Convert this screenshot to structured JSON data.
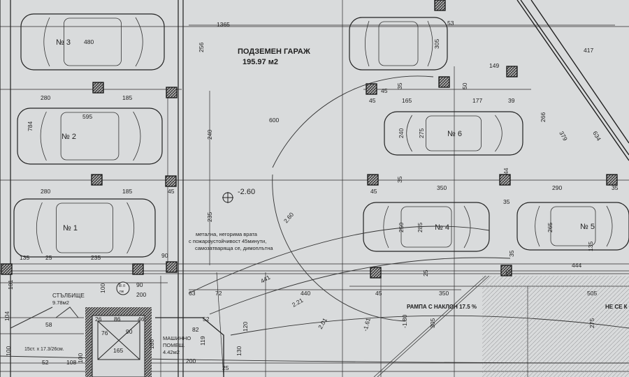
{
  "title": {
    "name": "ПОДЗЕМЕН ГАРАЖ",
    "area": "195.97 м2"
  },
  "level_mark": "-2.60",
  "parking_spaces": [
    "№ 3",
    "№ 2",
    "№ 1",
    "№ 6",
    "№ 4",
    "№ 5"
  ],
  "door_note": [
    "метална, негорима врата",
    "с пожароустойчивост 45минути,",
    "самозатваряща се, димоплътна"
  ],
  "stairs": {
    "name": "СТЪЛБИЩЕ",
    "area": "9.78м2",
    "steps": "15ст. х 17.3/26см."
  },
  "machine_room": {
    "name": "МАШИННО",
    "name2": "ПОМЕЩ.",
    "area": "4.42м2"
  },
  "ramp": "РАМПА С НАКЛОН 17.5 %",
  "cut_note": "НЕ СЕ  К",
  "door_tag": {
    "top": "В л",
    "bottom": "пж"
  },
  "dimensions": [
    "1365",
    "480",
    "256",
    "305",
    "53",
    "417",
    "149",
    "280",
    "185",
    "595",
    "600",
    "45",
    "165",
    "177",
    "39",
    "50",
    "45",
    "35",
    "784",
    "240",
    "275",
    "240",
    "379",
    "266",
    "634",
    "280",
    "185",
    "45",
    "350",
    "290",
    "35",
    "45",
    "35",
    "44",
    "2.60",
    "235",
    "250",
    "285",
    "265",
    "135",
    "135",
    "25",
    "235",
    "90",
    "444",
    "441",
    "101",
    "100",
    "90",
    "200",
    "63",
    "72",
    "440",
    "350",
    "505",
    "45",
    "2.21",
    "2.01",
    "-1.61",
    "-1.80",
    "305",
    "275",
    "120",
    "104",
    "58",
    "26",
    "86",
    "46",
    "76",
    "90",
    "165",
    "180",
    "52",
    "82",
    "100",
    "108",
    "100",
    "52",
    "200",
    "119",
    "130",
    "25",
    "35",
    "35",
    "25",
    "35"
  ],
  "colors": {
    "paper": "#d9dbdc",
    "ink": "#1e1e1e",
    "hatch": "#3a3a3a"
  }
}
